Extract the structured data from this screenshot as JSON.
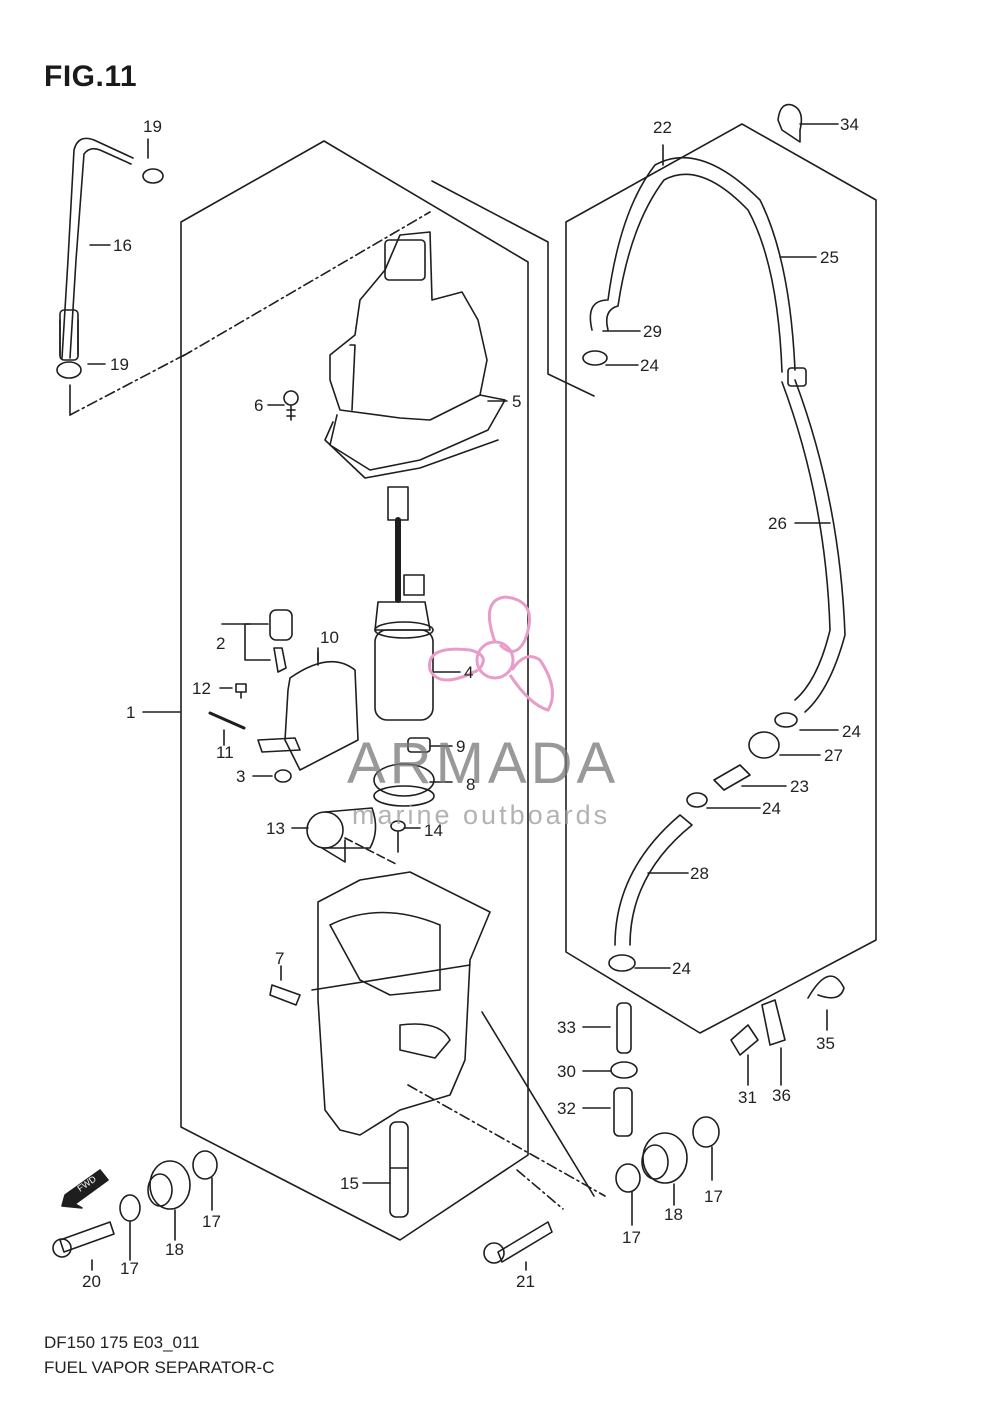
{
  "figure": {
    "title": "FIG.11",
    "code": "DF150 175 E03_011",
    "caption": "FUEL VAPOR SEPARATOR-C"
  },
  "watermark": {
    "brand": "ARMADA",
    "tagline": "marine outboards",
    "logo_color": "#e89cc9"
  },
  "fwd_label": "FWD",
  "part_labels": [
    "1",
    "2",
    "3",
    "4",
    "5",
    "6",
    "7",
    "8",
    "9",
    "10",
    "11",
    "12",
    "13",
    "14",
    "15",
    "16",
    "17",
    "18",
    "19",
    "20",
    "21",
    "22",
    "23",
    "24",
    "25",
    "26",
    "27",
    "28",
    "29",
    "30",
    "31",
    "32",
    "33",
    "34",
    "35",
    "36"
  ]
}
